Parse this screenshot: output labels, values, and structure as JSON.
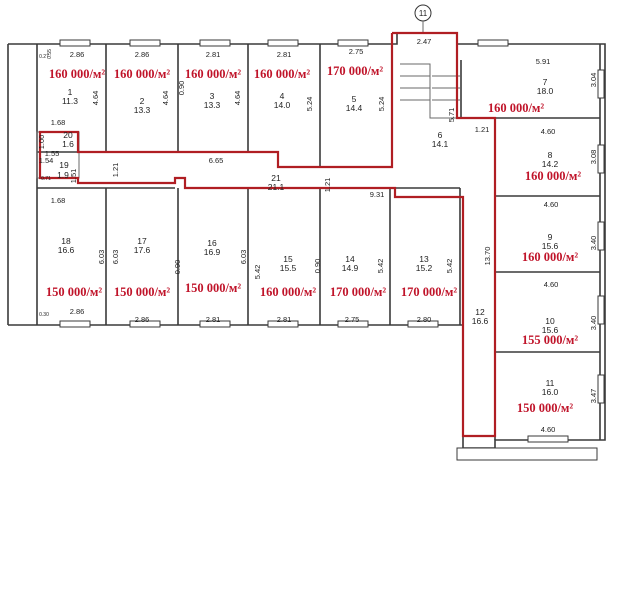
{
  "axis_label": "11",
  "rooms": [
    {
      "num": "1",
      "area": "11.3",
      "price": "160 000/м²"
    },
    {
      "num": "2",
      "area": "13.3",
      "price": "160 000/м²"
    },
    {
      "num": "3",
      "area": "13.3",
      "price": "160 000/м²"
    },
    {
      "num": "4",
      "area": "14.0",
      "price": "160 000/м²"
    },
    {
      "num": "5",
      "area": "14.4",
      "price": "170 000/м²"
    },
    {
      "num": "6",
      "area": "14.1",
      "price": ""
    },
    {
      "num": "7",
      "area": "18.0",
      "price": "160 000/м²"
    },
    {
      "num": "8",
      "area": "14.2",
      "price": "160 000/м²"
    },
    {
      "num": "9",
      "area": "15.6",
      "price": "160 000/м²"
    },
    {
      "num": "10",
      "area": "15.6",
      "price": "155 000/м²"
    },
    {
      "num": "11",
      "area": "16.0",
      "price": "150 000/м²"
    },
    {
      "num": "12",
      "area": "16.6",
      "price": ""
    },
    {
      "num": "13",
      "area": "15.2",
      "price": "170 000/м²"
    },
    {
      "num": "14",
      "area": "14.9",
      "price": "170 000/м²"
    },
    {
      "num": "15",
      "area": "15.5",
      "price": "160 000/м²"
    },
    {
      "num": "16",
      "area": "16.9",
      "price": "150 000/м²"
    },
    {
      "num": "17",
      "area": "17.6",
      "price": "150 000/м²"
    },
    {
      "num": "18",
      "area": "16.6",
      "price": "150 000/м²"
    },
    {
      "num": "19",
      "area": "1.9",
      "price": ""
    },
    {
      "num": "20",
      "area": "1.6",
      "price": ""
    },
    {
      "num": "21",
      "area": "21.1",
      "price": ""
    }
  ],
  "dimensions": {
    "d_top_1": "2.86",
    "d_top_2": "2.86",
    "d_top_3": "2.81",
    "d_top_4": "2.81",
    "d_top_5": "2.75",
    "d_top_6": "2.47",
    "d_r7": "5.91",
    "d_r8": "4.60",
    "d_r9": "4.60",
    "d_r10": "4.60",
    "d_r11": "4.60",
    "d_v1": "4.64",
    "d_v2": "4.64",
    "d_v3": "4.64",
    "d_v4": "5.24",
    "d_v5": "5.24",
    "d_v6": "5.71",
    "d_v7": "3.04",
    "d_v8": "3.08",
    "d_v9": "3.40",
    "d_v10": "3.40",
    "d_v11": "3.47",
    "d_corr": "6.65",
    "d_corr2": "9.31",
    "d_corr_w1": "1.21",
    "d_corr_w2": "1.21",
    "d_corr_w3": "1.21",
    "d_r12_len": "13.70",
    "d_b18": "2.86",
    "d_b17": "2.86",
    "d_b16": "2.81",
    "d_b15": "2.81",
    "d_b14": "2.75",
    "d_b13": "2.80",
    "d_v18": "6.03",
    "d_v17": "6.03",
    "d_v16": "6.03",
    "d_v15": "5.42",
    "d_v14": "5.42",
    "d_v13": "5.42",
    "d_door1": "0.90",
    "d_door2": "0.90",
    "d_door3": "0.90",
    "d_w1": "1.68",
    "d_w2": "1.68",
    "d_w3": "1.55",
    "d_w4": "1.54",
    "d_w5": "1.00",
    "d_w6": "1.51",
    "d_s1": "0.71",
    "d_s2": "0.30",
    "d_s3": "0.27",
    "d_s4": "0.55"
  }
}
